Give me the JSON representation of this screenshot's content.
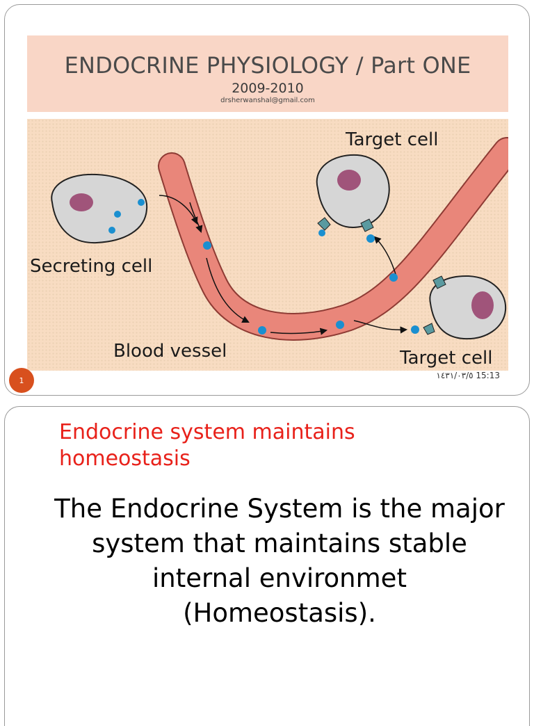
{
  "slide1": {
    "title": "ENDOCRINE PHYSIOLOGY / Part ONE",
    "year": "2009-2010",
    "email": "drsherwanshal@gmail.com",
    "figure": {
      "labels": {
        "target_top": "Target cell",
        "secreting": "Secreting cell",
        "blood_vessel": "Blood vessel",
        "target_bottom": "Target cell"
      },
      "colors": {
        "vessel": "#e9867a",
        "cell": "#d6d6d6",
        "nucleus": "#a0547a",
        "hormone": "#1a8fd0",
        "receptor": "#5a9aa0"
      }
    },
    "page_number": "1",
    "date": "١٤٣١/٠٣/٥ 15:13"
  },
  "slide2": {
    "heading": "Endocrine system maintains homeostasis",
    "body": "The Endocrine System is the major system that maintains stable internal environmet (Homeostasis)."
  }
}
